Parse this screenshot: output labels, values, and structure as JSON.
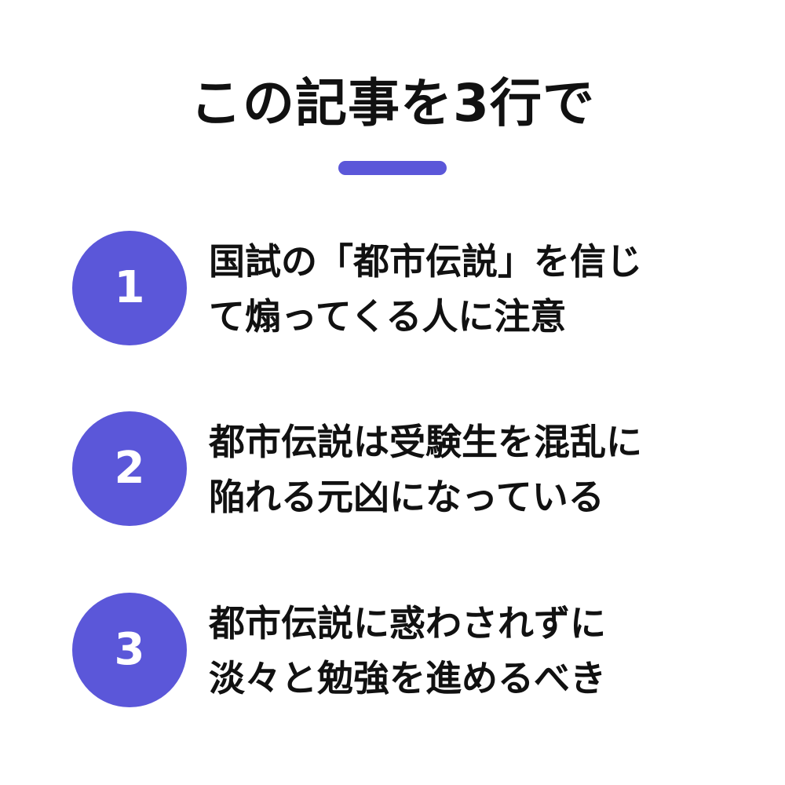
{
  "title": "この記事を3行で",
  "accent_color": "#5b57d9",
  "points": [
    {
      "number": "1",
      "lines": [
        "国試の「都市伝説」を信じ",
        "て煽ってくる人に注意"
      ]
    },
    {
      "number": "2",
      "lines": [
        "都市伝説は受験生を混乱に",
        "陥れる元凶になっている"
      ]
    },
    {
      "number": "3",
      "lines": [
        "都市伝説に惑わされずに",
        "淡々と勉強を進めるべき"
      ]
    }
  ]
}
